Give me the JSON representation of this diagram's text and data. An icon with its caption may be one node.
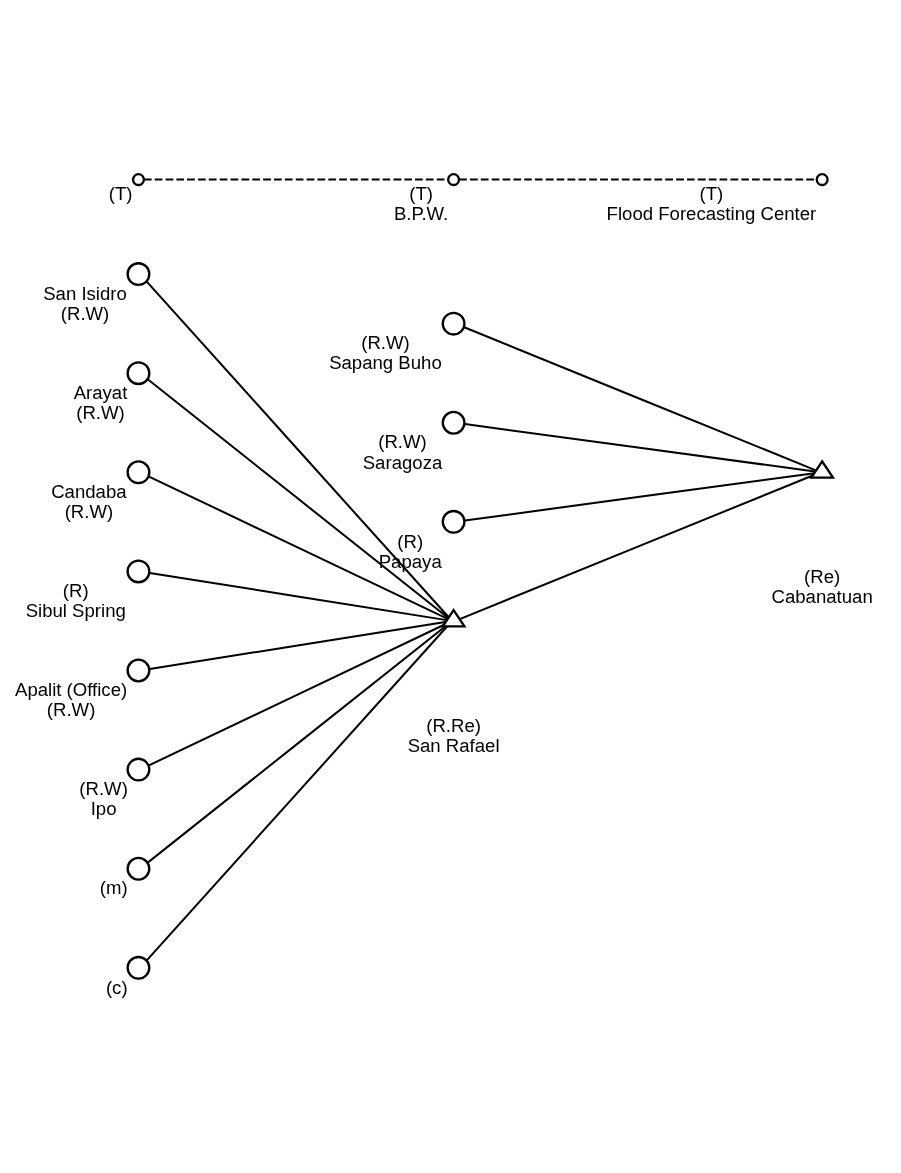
{
  "diagram": {
    "nodes": [
      {
        "text": [],
        "shape": "circle",
        "beside": [
          "(R.W)",
          "Sapang Buho"
        ]
      },
      {
        "text": [],
        "shape": "circle",
        "beside": [
          "(R.W)",
          "Saragoza"
        ]
      },
      {
        "text": [],
        "shape": "triangle",
        "beside": [
          "(Re)",
          "Cabanatuan"
        ]
      },
      {
        "text": [],
        "shape": "circle",
        "beside": [
          "(R)",
          "Papaya"
        ]
      },
      {
        "text": [],
        "shape": "circle",
        "beside": [
          "San Isidro",
          "(R.W)"
        ]
      },
      {
        "text": [],
        "shape": "circle",
        "beside": [
          "Arayat",
          "(R.W)"
        ]
      },
      {
        "text": [],
        "shape": "circle",
        "beside": [
          "Candaba",
          "(R.W)"
        ]
      },
      {
        "text": [],
        "shape": "circle",
        "beside": [
          "(R)",
          "Sibul Spring"
        ]
      },
      {
        "text": [],
        "shape": "triangle",
        "beside": [
          "(R.Re)",
          "San Rafael"
        ]
      },
      {
        "text": [],
        "shape": "circle",
        "beside": [
          "(T)"
        ]
      },
      {
        "text": [],
        "shape": "circle",
        "beside": [
          "Apalit (Office)",
          "(R.W)"
        ]
      },
      {
        "text": [],
        "shape": "circle",
        "beside": [
          "(R.W)",
          "Ipo"
        ]
      },
      {
        "text": [],
        "shape": "circle",
        "beside": [
          "(m)"
        ]
      },
      {
        "text": [],
        "shape": "circle",
        "beside": [
          "(c)"
        ]
      },
      {
        "text": [],
        "shape": "circle",
        "beside": [
          "(T)",
          "B.P.W."
        ]
      },
      {
        "text": [],
        "shape": "circle",
        "beside": [
          "(T)",
          "Flood Forecasting Center"
        ]
      }
    ],
    "edges": [
      {
        "from": 0,
        "to": 2,
        "arrow": "none"
      },
      {
        "from": 1,
        "to": 2,
        "arrow": "none"
      },
      {
        "from": 3,
        "to": 2,
        "arrow": "none"
      },
      {
        "from": 8,
        "to": 2,
        "arrow": "none"
      },
      {
        "from": 4,
        "to": 8,
        "arrow": "none"
      },
      {
        "from": 5,
        "to": 8,
        "arrow": "none"
      },
      {
        "from": 6,
        "to": 8,
        "arrow": "none"
      },
      {
        "from": 7,
        "to": 8,
        "arrow": "none"
      },
      {
        "from": 10,
        "to": 8,
        "arrow": "none"
      },
      {
        "from": 11,
        "to": 8,
        "arrow": "none"
      },
      {
        "from": 12,
        "to": 8,
        "arrow": "none"
      },
      {
        "from": 13,
        "to": 8,
        "arrow": "none"
      },
      {
        "from": 9,
        "to": 14,
        "arrow": "none",
        "style": "dashed"
      },
      {
        "from": 14,
        "to": 15,
        "arrow": "none",
        "style": "dashed"
      }
    ]
  }
}
